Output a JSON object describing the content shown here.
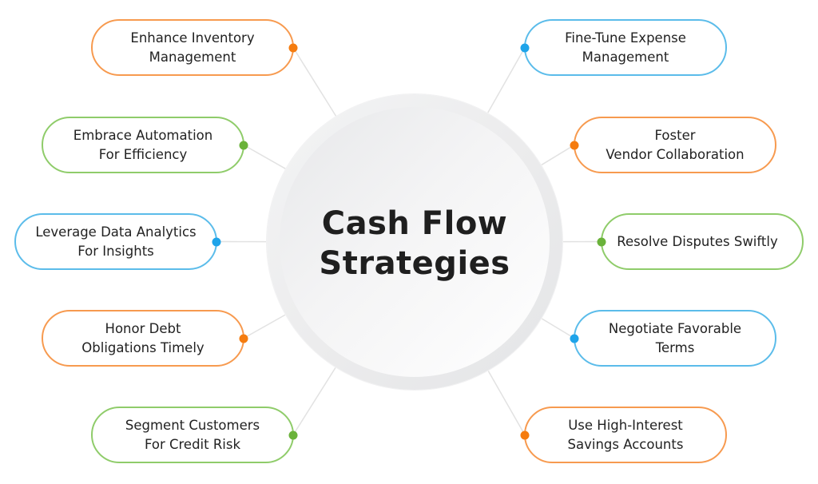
{
  "title": "Cash Flow\nStrategies",
  "colors": {
    "orange": "#f79a4f",
    "orange_dot": "#f57c0f",
    "green": "#8fcc6a",
    "green_dot": "#6ab23a",
    "blue": "#5bbcea",
    "blue_dot": "#1ea4ea",
    "connector": "#e2e2e2"
  },
  "left_items": [
    {
      "label": "Enhance Inventory\nManagement",
      "color": "orange"
    },
    {
      "label": "Embrace Automation\nFor Efficiency",
      "color": "green"
    },
    {
      "label": "Leverage Data Analytics\nFor Insights",
      "color": "blue"
    },
    {
      "label": "Honor Debt\nObligations Timely",
      "color": "orange"
    },
    {
      "label": "Segment Customers\nFor Credit Risk",
      "color": "green"
    }
  ],
  "right_items": [
    {
      "label": "Fine-Tune Expense\nManagement",
      "color": "blue"
    },
    {
      "label": "Foster\nVendor Collaboration",
      "color": "orange"
    },
    {
      "label": "Resolve Disputes Swiftly",
      "color": "green"
    },
    {
      "label": "Negotiate Favorable\nTerms",
      "color": "blue"
    },
    {
      "label": "Use High-Interest\nSavings Accounts",
      "color": "orange"
    }
  ]
}
